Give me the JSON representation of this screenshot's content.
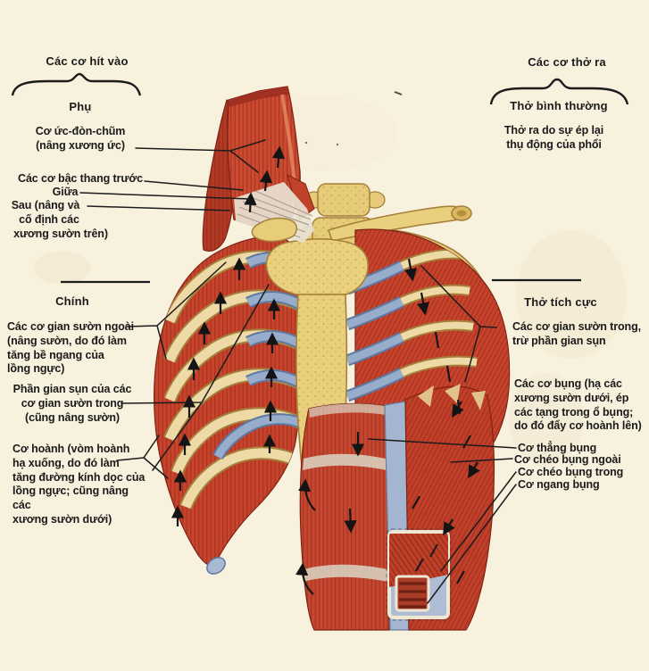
{
  "figure": {
    "type": "anatomy-diagram",
    "subject": "respiratory muscles of the thorax (Vietnamese anatomy plate)",
    "colors": {
      "background": "#f8f1de",
      "muscle_red": "#c7432c",
      "muscle_dark_red": "#9e2f1d",
      "cartilage_blue": "#98adcb",
      "cartilage_blue_dark": "#5d78a2",
      "bone_yellow": "#eedaa6",
      "bone_edge": "#a57f3c",
      "tendon_white": "#e9e2d2",
      "line_black": "#1c1c1c"
    }
  },
  "left_panel": {
    "header": "Các cơ hít vào",
    "accessory_title": "Phụ",
    "scm_label": "Cơ ức-đòn-chũm\n(nâng xương ức)",
    "scalene_line1": "Các cơ bậc thang trước",
    "scalene_line2": "Giữa",
    "scalene_line3": "Sau (nâng và",
    "scalene_line4": "cố định các",
    "scalene_line5": "xương sườn trên)",
    "principal_title": "Chính",
    "external_intercostal_label": "Các cơ gian sườn ngoài\n(nâng sườn, do đó làm\ntăng bề ngang của\nlồng ngực)",
    "interchondral_label": "Phần gian sụn của các\ncơ gian sườn trong\n(cũng nâng sườn)",
    "diaphragm_label": "Cơ hoành (vòm hoành\nhạ xuống, do đó làm\ntăng đường kính dọc của\nlồng ngực; cũng nâng các\nxương sườn dưới)"
  },
  "right_panel": {
    "header": "Các cơ thở ra",
    "quiet_title": "Thở bình thường",
    "quiet_text": "Thở ra do sự ép lại\nthụ động của phổi",
    "active_title": "Thở tích cực",
    "internal_intercostal_label": "Các cơ gian sườn trong,\ntrừ phần gian sụn",
    "abdominal_label": "Các cơ bụng (hạ các\nxương sườn dưới, ép\ncác tạng trong ổ bụng;\ndo đó đẩy cơ hoành lên)",
    "rectus_label": "Cơ thẳng bụng",
    "external_oblique_label": "Cơ chéo bụng ngoài",
    "internal_oblique_label": "Cơ chéo bụng trong",
    "transversus_label": "Cơ ngang bụng"
  }
}
